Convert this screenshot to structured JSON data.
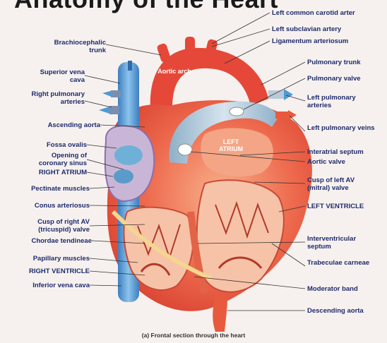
{
  "title": "Anatomy of the Heart",
  "caption": "(a) Frontal section through the heart",
  "colors": {
    "heart": "#e9503f",
    "heart_light": "#f2a07a",
    "vein_blue": "#4f9ad4",
    "label_text": "#1e2a6e",
    "background": "#f6f1ee"
  },
  "inner_labels": {
    "aortic_arch": "Aortic arch",
    "left_atrium": "LEFT ATRIUM"
  },
  "left_labels": [
    {
      "id": "brachiocephalic-trunk",
      "text": "Brachiocephalic trunk"
    },
    {
      "id": "superior-vena-cava",
      "text": "Superior vena cava"
    },
    {
      "id": "right-pulmonary-arteries",
      "text": "Right pulmonary arteries"
    },
    {
      "id": "ascending-aorta",
      "text": "Ascending aorta"
    },
    {
      "id": "fossa-ovalis",
      "text": "Fossa ovalis"
    },
    {
      "id": "opening-of-coronary-sinus",
      "text": "Opening of coronary sinus"
    },
    {
      "id": "right-atrium",
      "text": "RIGHT ATRIUM"
    },
    {
      "id": "pectinate-muscles",
      "text": "Pectinate muscles"
    },
    {
      "id": "conus-arteriosus",
      "text": "Conus arteriosus"
    },
    {
      "id": "cusp-of-right-av-valve",
      "text": "Cusp of right AV (tricuspid) valve"
    },
    {
      "id": "chordae-tendineae",
      "text": "Chordae tendineae"
    },
    {
      "id": "papillary-muscles",
      "text": "Papillary muscles"
    },
    {
      "id": "right-ventricle",
      "text": "RIGHT VENTRICLE"
    },
    {
      "id": "inferior-vena-cava",
      "text": "Inferior vena cava"
    }
  ],
  "right_labels": [
    {
      "id": "left-common-carotid-artery",
      "text": "Left common carotid arter"
    },
    {
      "id": "left-subclavian-artery",
      "text": "Left subclavian artery"
    },
    {
      "id": "ligamentum-arteriosum",
      "text": "Ligamentum arteriosum"
    },
    {
      "id": "pulmonary-trunk",
      "text": "Pulmonary trunk"
    },
    {
      "id": "pulmonary-valve",
      "text": "Pulmonary valve"
    },
    {
      "id": "left-pulmonary-arteries",
      "text": "Left pulmonary arteries"
    },
    {
      "id": "left-pulmonary-veins",
      "text": "Left pulmonary veins"
    },
    {
      "id": "interatrial-septum",
      "text": "Interatrial septum"
    },
    {
      "id": "aortic-valve",
      "text": "Aortic valve"
    },
    {
      "id": "cusp-of-left-av-valve",
      "text": "Cusp of left AV (mitral) valve"
    },
    {
      "id": "left-ventricle",
      "text": "LEFT VENTRICLE"
    },
    {
      "id": "interventricular-septum",
      "text": "Interventricular septum"
    },
    {
      "id": "trabeculae-carneae",
      "text": "Trabeculae carneae"
    },
    {
      "id": "moderator-band",
      "text": "Moderator band"
    },
    {
      "id": "descending-aorta",
      "text": "Descending aorta"
    }
  ]
}
